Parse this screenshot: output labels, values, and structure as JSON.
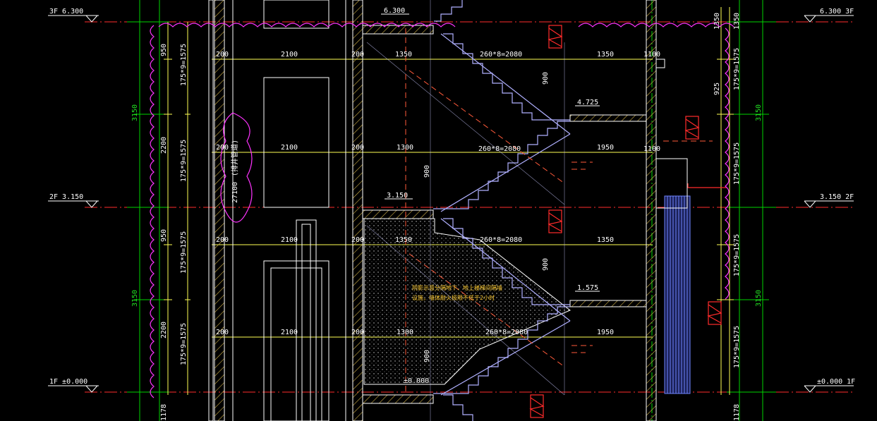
{
  "colors": {
    "background": "#000000",
    "level_line": "#ff2b2b",
    "grid_line": "#00d400",
    "wall_line": "#ffffff",
    "wall_hatch": "#d4b44a",
    "stair_line": "#b0b0ff",
    "dim_line": "#ffff55",
    "cloud": "#ff33ff",
    "red_dash": "#ff5a3a",
    "green_text": "#22dd22",
    "note_text": "#ffcc33",
    "blue_fill": "#6f86ff"
  },
  "level_tags": {
    "left_3f": "3F 6.300",
    "left_2f": "2F 3.150",
    "left_1f": "1F ±0.000",
    "right_3f": "6.300 3F",
    "right_2f": "3.150 2F",
    "right_1f": "±0.000 1F"
  },
  "elevation_marks": {
    "stair_6300": "6.300",
    "landing_4725": "4.725",
    "stair_3150": "3.150",
    "landing_1575": "1.575",
    "stair_0000": "±0.000"
  },
  "overall_dims": {
    "left_upper": "3150",
    "left_lower": "3150",
    "right_upper": "3150",
    "right_lower": "3150"
  },
  "left_vertical_dims": {
    "d950_top": "950",
    "d2200_top": "2200",
    "d950_bottom": "950",
    "d2200_bottom": "2200",
    "steps_1": "175*9=1575",
    "steps_2": "175*9=1575",
    "steps_3": "175*9=1575",
    "steps_4": "175*9=1575",
    "base": "1178"
  },
  "right_vertical_dims": {
    "top": "1350",
    "top2": "1350",
    "d925": "925",
    "steps_1": "175*9=1575",
    "steps_2": "175*9=1575",
    "steps_3": "175*9=1575",
    "steps_4": "175*9=1575",
    "base": "1178"
  },
  "horizontal_dims": {
    "d200": "200",
    "d2100": "2100",
    "d1350": "1350",
    "d1950": "1950",
    "d1300": "1300",
    "d1100": "1100",
    "run": "260*8=2080"
  },
  "stair_dims": {
    "d900_a": "900",
    "d900_b": "900",
    "d900_c": "900",
    "d900_d": "900"
  },
  "shaft_label": "27100",
  "shaft_vertical_text": "(排井管道)",
  "note": {
    "line1": "阴影示意分隔地下、地上楼梯间隔墙",
    "line2": "设施，墙体耐火极限不低于2小时"
  }
}
